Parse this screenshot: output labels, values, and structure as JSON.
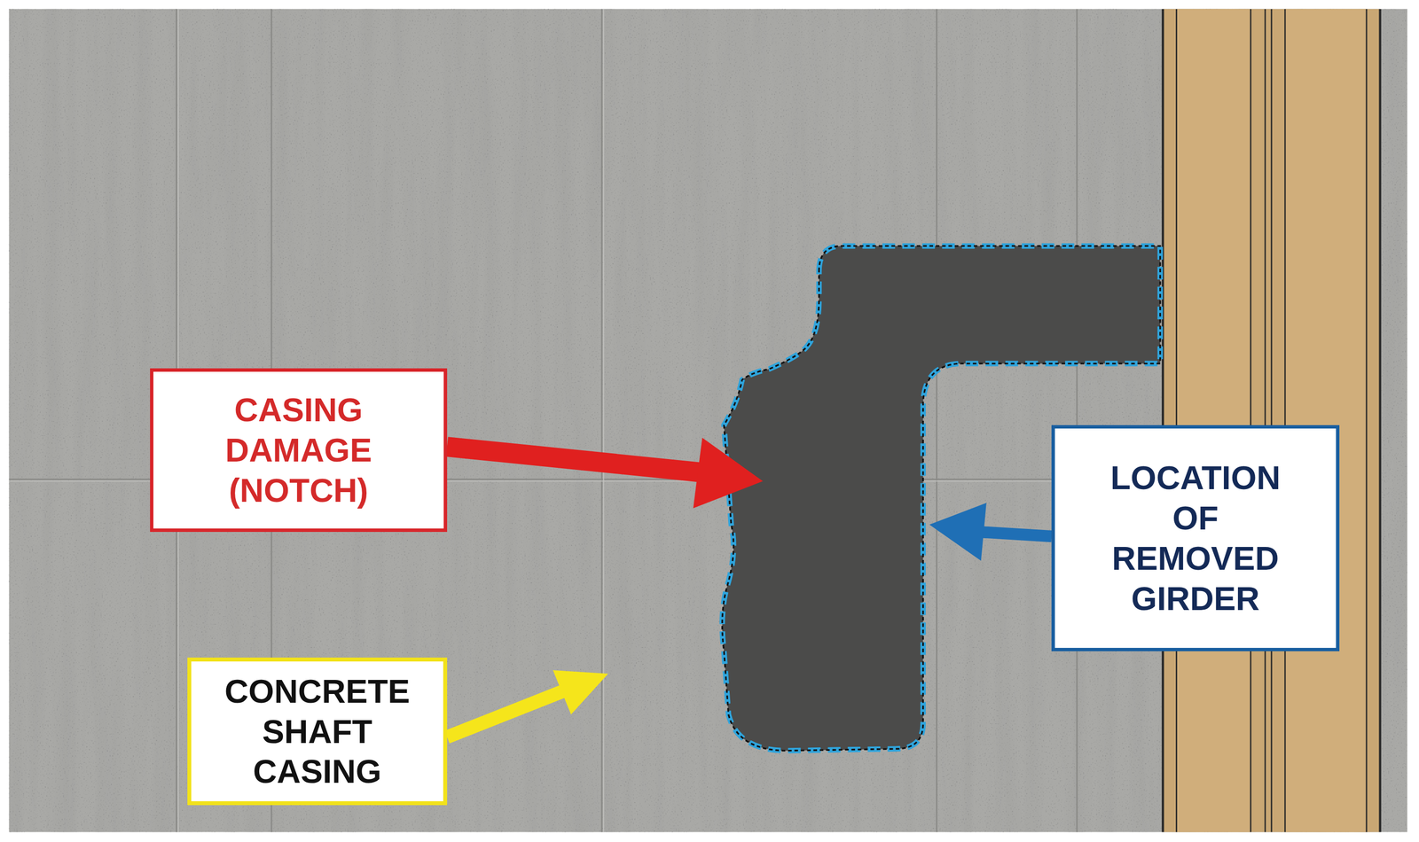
{
  "diagram": {
    "nodes": [
      {
        "text": [
          "CASING DAMAGE (NOTCH)"
        ]
      },
      {
        "text": [
          "LOCATION OF REMOVED GIRDER"
        ]
      },
      {
        "text": [
          "CONCRETE SHAFT CASING"
        ]
      }
    ]
  }
}
